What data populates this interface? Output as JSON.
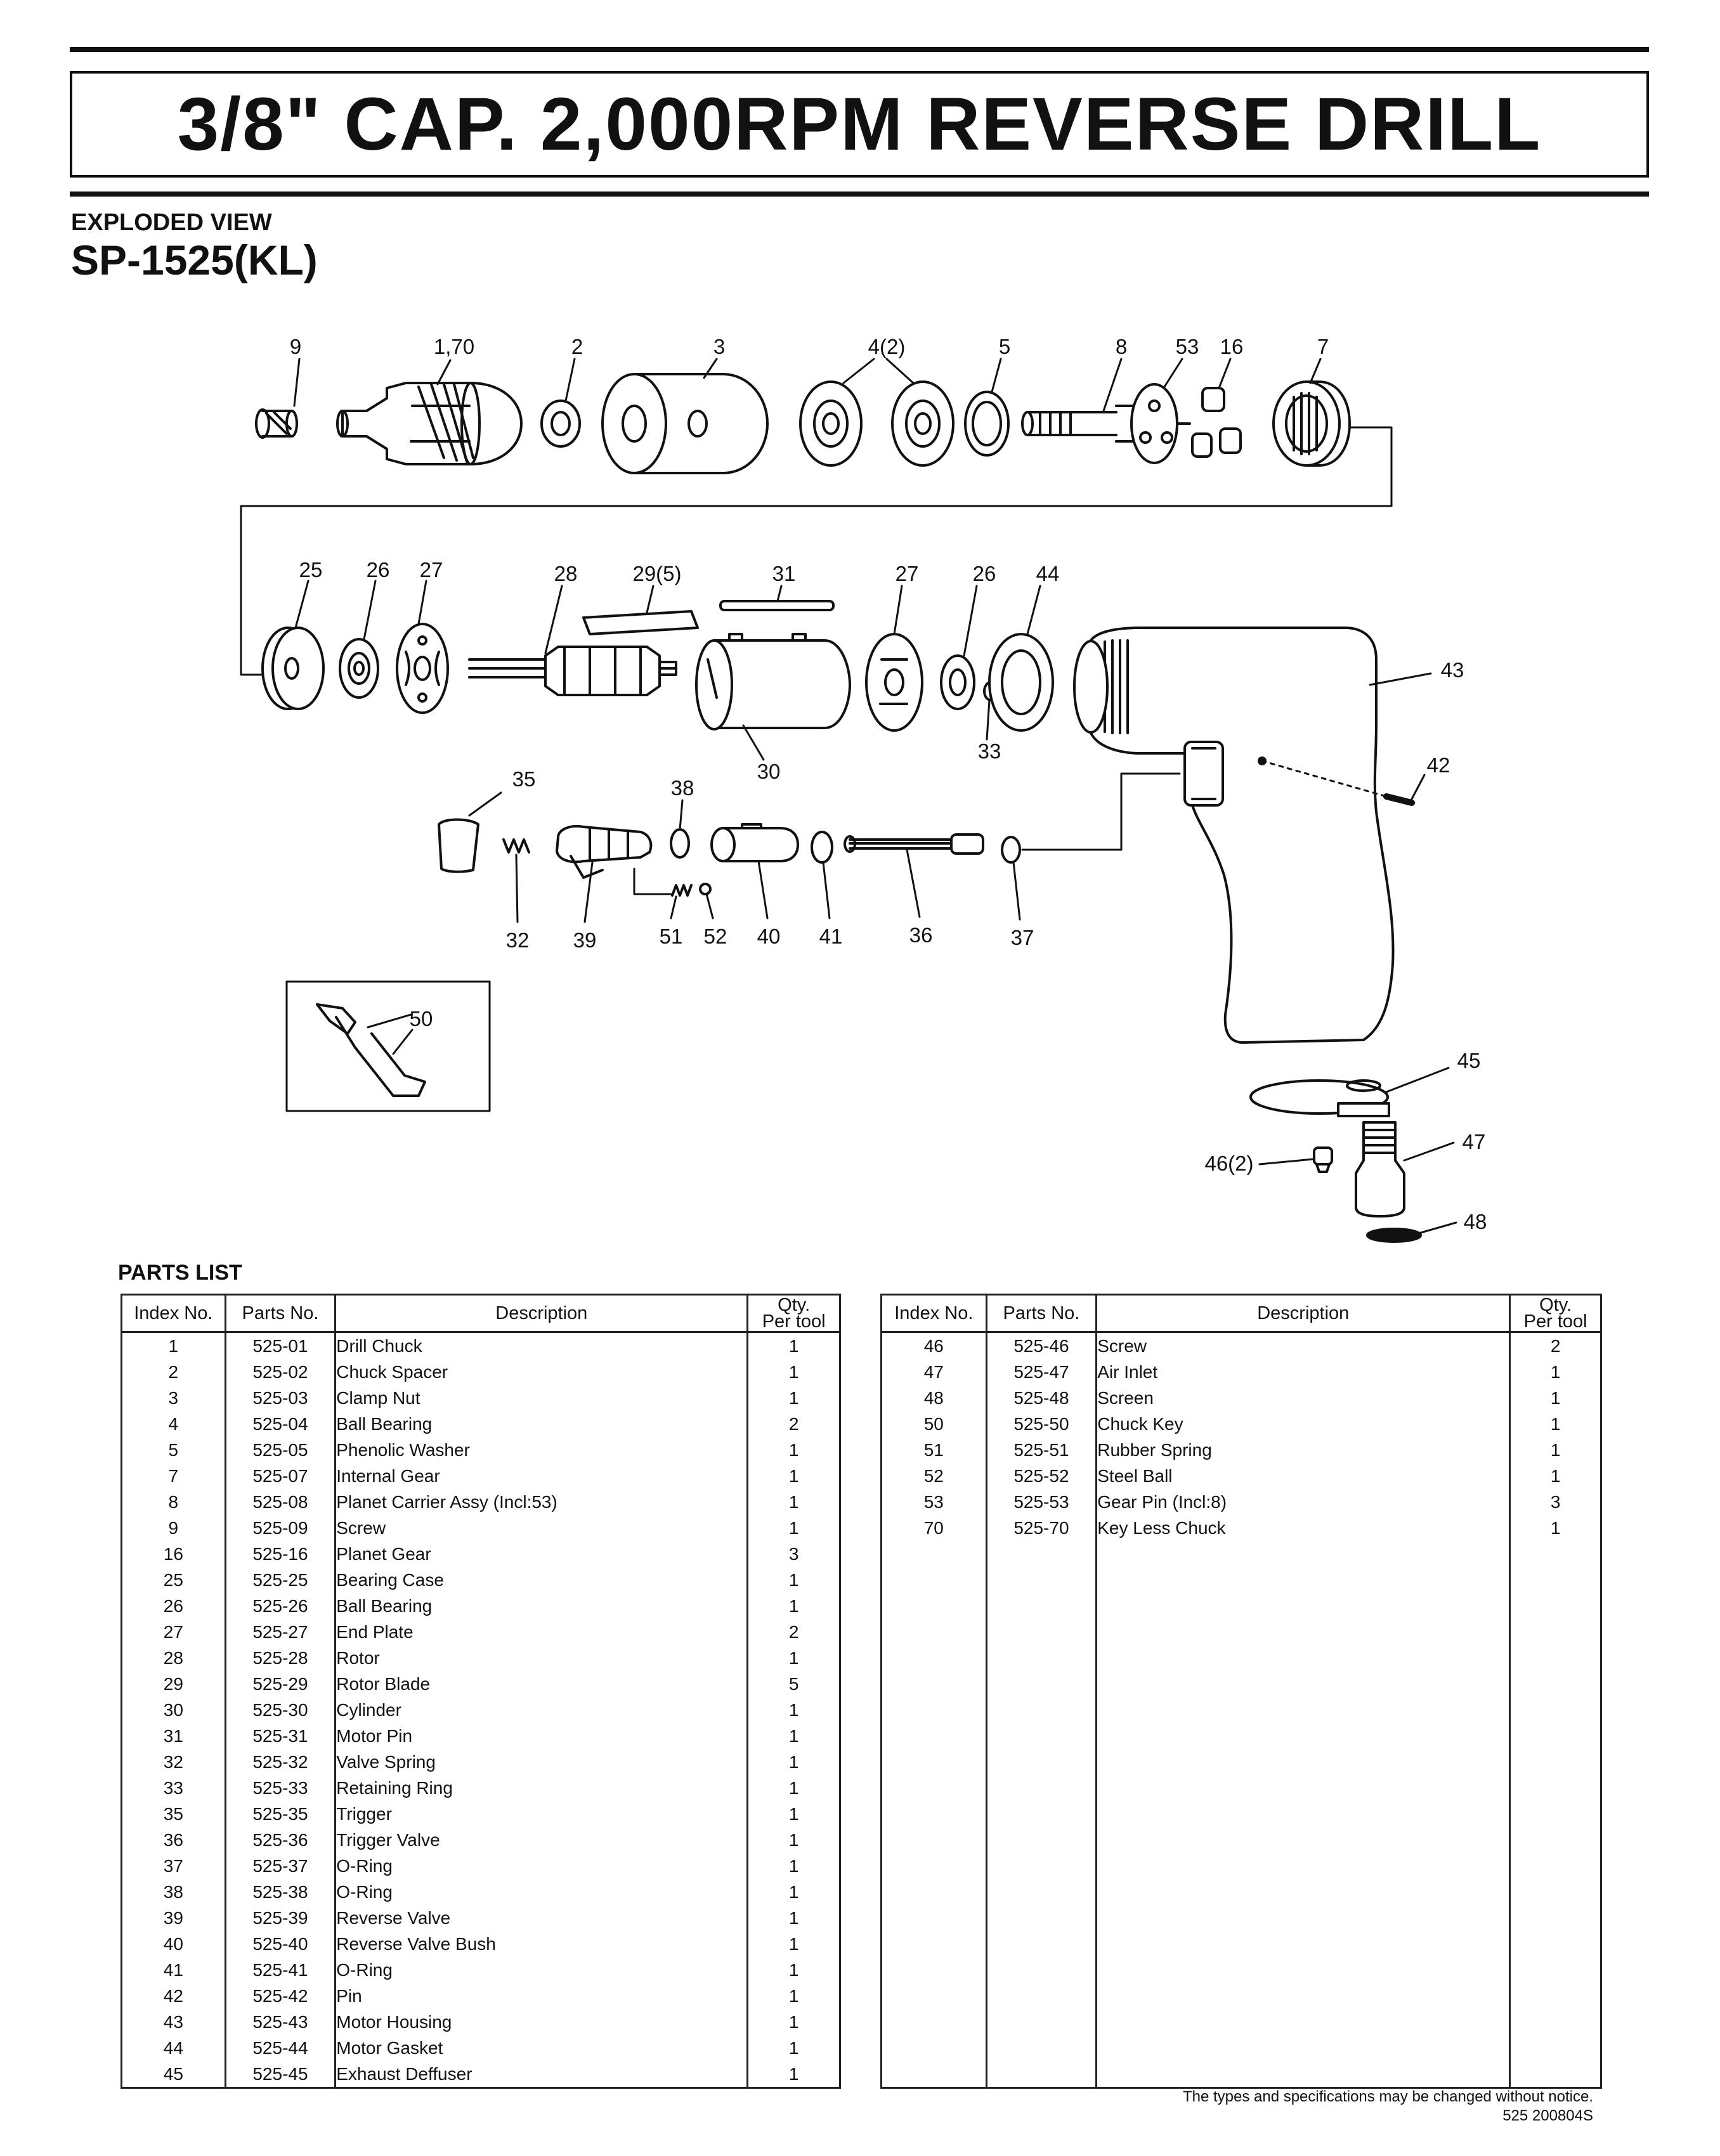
{
  "header": {
    "title": "3/8\" CAP. 2,000RPM REVERSE DRILL",
    "section_label": "EXPLODED VIEW",
    "model": "SP-1525(KL)"
  },
  "diagram": {
    "callouts": {
      "c9": "9",
      "c1_70": "1,70",
      "c2": "2",
      "c3": "3",
      "c4": "4(2)",
      "c5": "5",
      "c8": "8",
      "c53": "53",
      "c16": "16",
      "c7": "7",
      "c25": "25",
      "c26a": "26",
      "c27a": "27",
      "c28": "28",
      "c29": "29(5)",
      "c31": "31",
      "c27b": "27",
      "c26b": "26",
      "c44": "44",
      "c43": "43",
      "c30": "30",
      "c33": "33",
      "c42": "42",
      "c35": "35",
      "c38": "38",
      "c32": "32",
      "c39": "39",
      "c51": "51",
      "c52": "52",
      "c40": "40",
      "c41": "41",
      "c36": "36",
      "c37": "37",
      "c50": "50",
      "c45": "45",
      "c47": "47",
      "c46": "46(2)",
      "c48": "48"
    }
  },
  "parts_list": {
    "label": "PARTS LIST",
    "headers": {
      "index": "Index No.",
      "parts": "Parts No.",
      "desc": "Description",
      "qty_1": "Qty.",
      "qty_2": "Per tool"
    },
    "left": [
      {
        "index": "1",
        "part": "525-01",
        "desc": "Drill Chuck",
        "qty": "1"
      },
      {
        "index": "2",
        "part": "525-02",
        "desc": "Chuck Spacer",
        "qty": "1"
      },
      {
        "index": "3",
        "part": "525-03",
        "desc": "Clamp Nut",
        "qty": "1"
      },
      {
        "index": "4",
        "part": "525-04",
        "desc": "Ball Bearing",
        "qty": "2"
      },
      {
        "index": "5",
        "part": "525-05",
        "desc": "Phenolic Washer",
        "qty": "1"
      },
      {
        "index": "7",
        "part": "525-07",
        "desc": "Internal Gear",
        "qty": "1"
      },
      {
        "index": "8",
        "part": "525-08",
        "desc": "Planet Carrier Assy (Incl:53)",
        "qty": "1"
      },
      {
        "index": "9",
        "part": "525-09",
        "desc": "Screw",
        "qty": "1"
      },
      {
        "index": "16",
        "part": "525-16",
        "desc": "Planet Gear",
        "qty": "3"
      },
      {
        "index": "25",
        "part": "525-25",
        "desc": "Bearing Case",
        "qty": "1"
      },
      {
        "index": "26",
        "part": "525-26",
        "desc": "Ball Bearing",
        "qty": "1"
      },
      {
        "index": "27",
        "part": "525-27",
        "desc": "End Plate",
        "qty": "2"
      },
      {
        "index": "28",
        "part": "525-28",
        "desc": "Rotor",
        "qty": "1"
      },
      {
        "index": "29",
        "part": "525-29",
        "desc": "Rotor Blade",
        "qty": "5"
      },
      {
        "index": "30",
        "part": "525-30",
        "desc": "Cylinder",
        "qty": "1"
      },
      {
        "index": "31",
        "part": "525-31",
        "desc": "Motor Pin",
        "qty": "1"
      },
      {
        "index": "32",
        "part": "525-32",
        "desc": "Valve Spring",
        "qty": "1"
      },
      {
        "index": "33",
        "part": "525-33",
        "desc": "Retaining Ring",
        "qty": "1"
      },
      {
        "index": "35",
        "part": "525-35",
        "desc": "Trigger",
        "qty": "1"
      },
      {
        "index": "36",
        "part": "525-36",
        "desc": "Trigger Valve",
        "qty": "1"
      },
      {
        "index": "37",
        "part": "525-37",
        "desc": "O-Ring",
        "qty": "1"
      },
      {
        "index": "38",
        "part": "525-38",
        "desc": "O-Ring",
        "qty": "1"
      },
      {
        "index": "39",
        "part": "525-39",
        "desc": "Reverse Valve",
        "qty": "1"
      },
      {
        "index": "40",
        "part": "525-40",
        "desc": "Reverse Valve Bush",
        "qty": "1"
      },
      {
        "index": "41",
        "part": "525-41",
        "desc": "O-Ring",
        "qty": "1"
      },
      {
        "index": "42",
        "part": "525-42",
        "desc": "Pin",
        "qty": "1"
      },
      {
        "index": "43",
        "part": "525-43",
        "desc": "Motor Housing",
        "qty": "1"
      },
      {
        "index": "44",
        "part": "525-44",
        "desc": "Motor Gasket",
        "qty": "1"
      },
      {
        "index": "45",
        "part": "525-45",
        "desc": "Exhaust Deffuser",
        "qty": "1"
      }
    ],
    "right": [
      {
        "index": "46",
        "part": "525-46",
        "desc": "Screw",
        "qty": "2"
      },
      {
        "index": "47",
        "part": "525-47",
        "desc": "Air Inlet",
        "qty": "1"
      },
      {
        "index": "48",
        "part": "525-48",
        "desc": "Screen",
        "qty": "1"
      },
      {
        "index": "50",
        "part": "525-50",
        "desc": "Chuck Key",
        "qty": "1"
      },
      {
        "index": "51",
        "part": "525-51",
        "desc": "Rubber Spring",
        "qty": "1"
      },
      {
        "index": "52",
        "part": "525-52",
        "desc": "Steel Ball",
        "qty": "1"
      },
      {
        "index": "53",
        "part": "525-53",
        "desc": "Gear Pin (Incl:8)",
        "qty": "3"
      },
      {
        "index": "70",
        "part": "525-70",
        "desc": "Key Less Chuck",
        "qty": "1"
      }
    ]
  },
  "footer": {
    "notice": "The types and specifications may be changed without notice.",
    "code": "525  200804S"
  }
}
